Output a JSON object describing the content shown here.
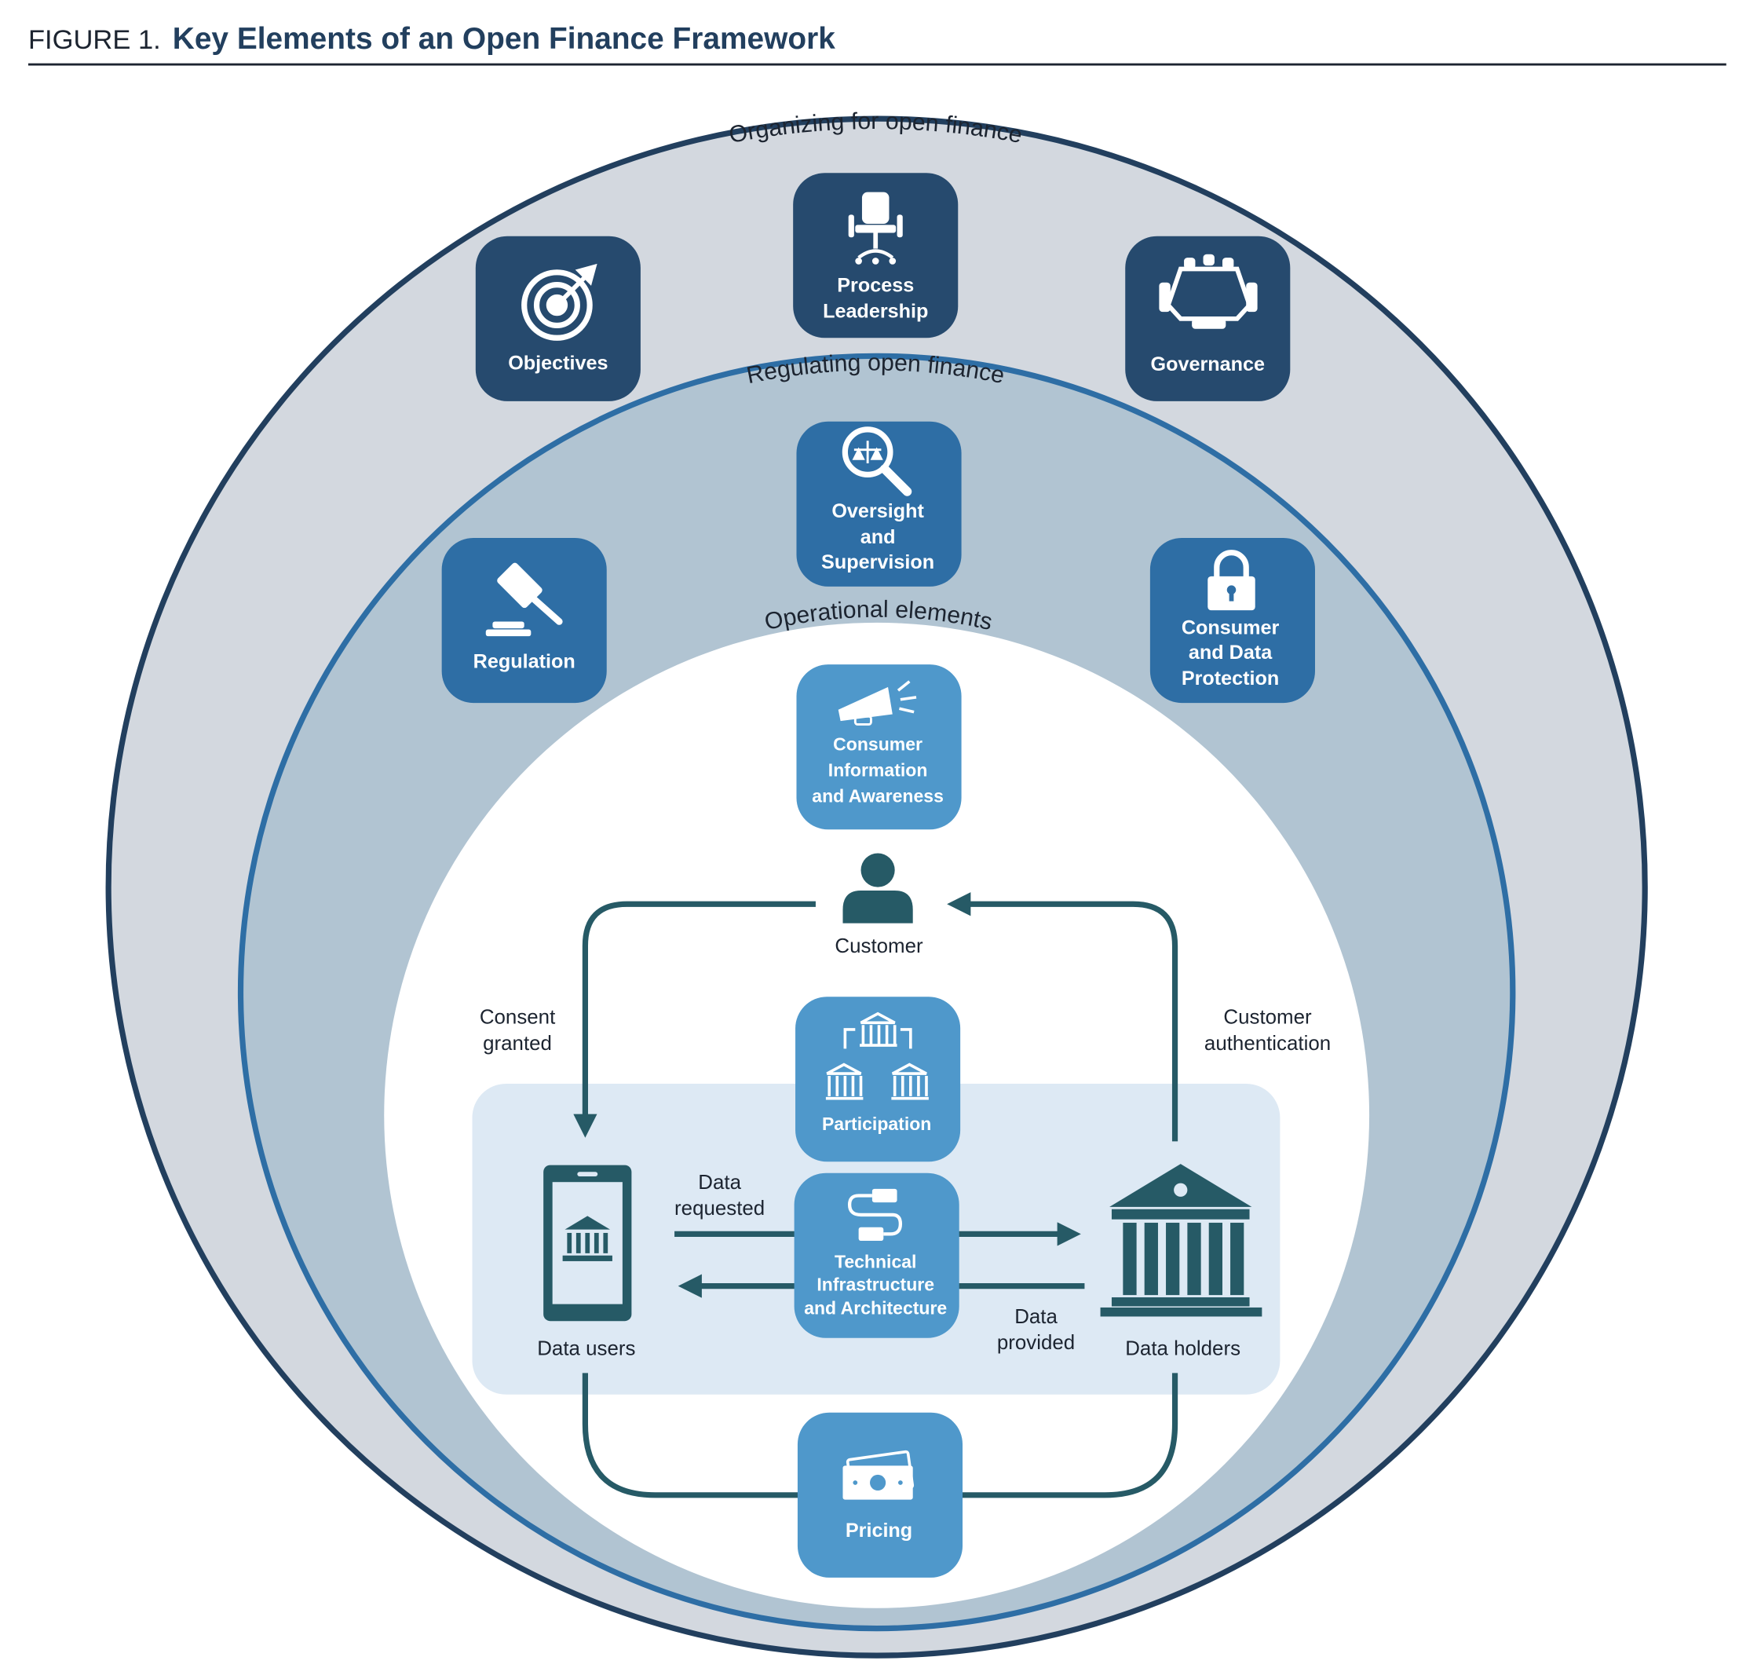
{
  "figure": {
    "label": "FIGURE 1.",
    "title": "Key Elements of an Open Finance Framework"
  },
  "colors": {
    "outer_ring": "#d3d8df",
    "outer_border": "#223f5e",
    "middle_ring": "#b1c4d2",
    "middle_border": "#2e6ea5",
    "inner": "#ffffff",
    "organizing_box": "#264a6e",
    "regulating_box": "#2e6ea5",
    "operational_box": "#4f98cb",
    "panel": "#dde9f4",
    "flow": "#265a66"
  },
  "rings": {
    "organizing": "Organizing for open finance",
    "regulating": "Regulating open finance",
    "operational": "Operational elements"
  },
  "organizing": [
    {
      "icon": "target-icon",
      "lines": [
        "Objectives"
      ]
    },
    {
      "icon": "office-chair-icon",
      "lines": [
        "Process",
        "Leadership"
      ]
    },
    {
      "icon": "meeting-table-icon",
      "lines": [
        "Governance"
      ]
    }
  ],
  "regulating": [
    {
      "icon": "magnifier-scales-icon",
      "lines": [
        "Oversight",
        "and",
        "Supervision"
      ]
    },
    {
      "icon": "gavel-icon",
      "lines": [
        "Regulation"
      ]
    },
    {
      "icon": "padlock-icon",
      "lines": [
        "Consumer",
        "and Data",
        "Protection"
      ]
    }
  ],
  "operational": [
    {
      "icon": "megaphone-icon",
      "lines": [
        "Consumer",
        "Information",
        "and Awareness"
      ]
    },
    {
      "icon": "institutions-network-icon",
      "lines": [
        "Participation"
      ]
    },
    {
      "icon": "cable-connector-icon",
      "lines": [
        "Technical",
        "Infrastructure",
        "and Architecture"
      ]
    },
    {
      "icon": "banknotes-icon",
      "lines": [
        "Pricing"
      ]
    }
  ],
  "flow": {
    "customer": "Customer",
    "consent": [
      "Consent",
      "granted"
    ],
    "authentication": [
      "Customer",
      "authentication"
    ],
    "data_requested": [
      "Data",
      "requested"
    ],
    "data_provided": [
      "Data",
      "provided"
    ],
    "data_users": "Data users",
    "data_holders": "Data holders"
  }
}
